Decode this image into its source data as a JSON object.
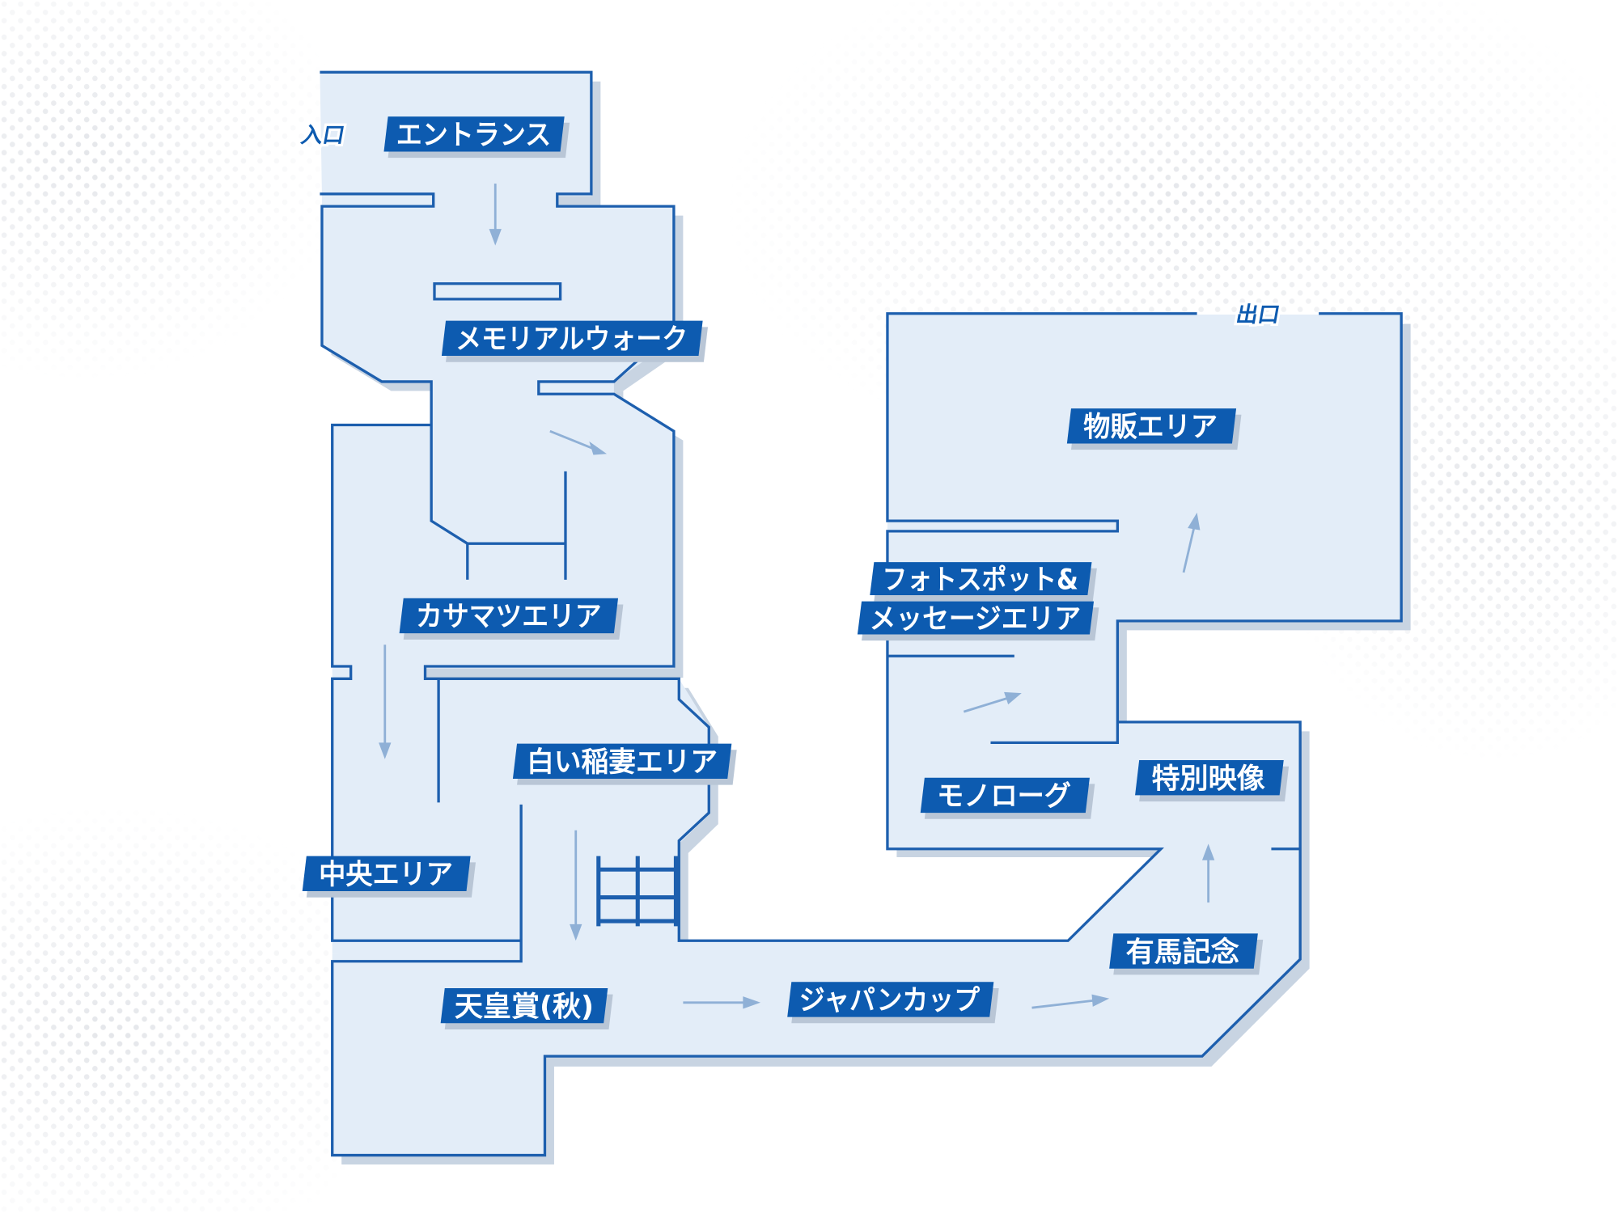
{
  "map": {
    "entrance_sign": "入口",
    "exit_sign": "出口",
    "areas": {
      "entrance": "エントランス",
      "memorial_walk": "メモリアルウォーク",
      "kasamatsu": "カサマツエリア",
      "white_lightning": "白い稲妻エリア",
      "central": "中央エリア",
      "tenno_sho_autumn": "天皇賞(秋)",
      "japan_cup": "ジャパンカップ",
      "arima_kinen": "有馬記念",
      "monologue": "モノローグ",
      "special_video": "特別映像",
      "photo_spot_line1": "フォトスポット&",
      "photo_spot_line2": "メッセージエリア",
      "merchandise": "物販エリア"
    },
    "colors": {
      "label_bg": "#0d5bb0",
      "wall": "#1d5fae",
      "floor": "#e3edf8",
      "arrow": "#8fb0d6"
    }
  }
}
